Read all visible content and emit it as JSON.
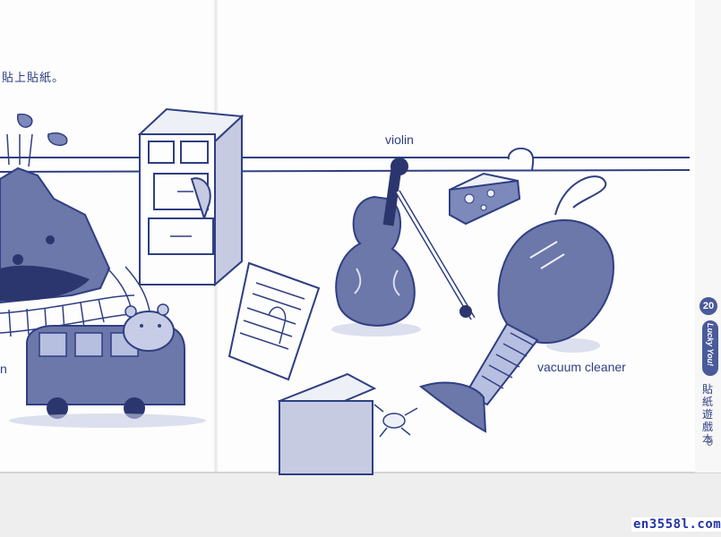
{
  "page": {
    "instruction_partial": "貼上貼紙。",
    "labels": {
      "violin": "violin",
      "vacuum_cleaner": "vacuum cleaner",
      "partial_left": "n"
    },
    "sidebar": {
      "page_badge": "20",
      "tab_text": "Lucky You!",
      "book_title": "貼紙遊戲本",
      "page_number": "9"
    },
    "watermark": "en3558l.com"
  },
  "colors": {
    "ink": "#2f3f82",
    "fill": "#7d88bb",
    "paper": "#fdfdfd"
  }
}
